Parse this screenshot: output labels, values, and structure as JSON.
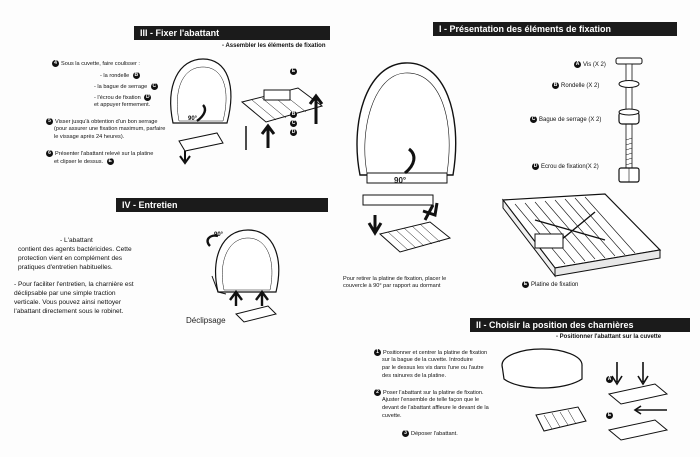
{
  "sections": {
    "s1": {
      "title": "I - Présentation des éléments de fixation"
    },
    "s2": {
      "title": "II - Choisir la position des charnières",
      "subtitle": "- Positionner l'abattant sur la cuvette"
    },
    "s3": {
      "title": "III - Fixer l'abattant",
      "subtitle": "- Assembler les éléments de fixation"
    },
    "s4": {
      "title": "IV - Entretien"
    }
  },
  "parts": {
    "a": {
      "letter": "A",
      "label": "Vis (X 2)"
    },
    "b": {
      "letter": "B",
      "label": "Rondelle (X 2)"
    },
    "c": {
      "letter": "C",
      "label": "Bague de serrage (X 2)"
    },
    "d": {
      "letter": "D",
      "label": "Ecrou de fixation(X 2)"
    },
    "e": {
      "letter": "E",
      "label": "Platine de fixation"
    }
  },
  "s2_steps": {
    "step1": {
      "num": "1",
      "lines": [
        "Positionner et centrer la platine de fixation",
        "sur la bague de la cuvette. Introduire",
        "par le dessus les vis  dans l'une ou l'autre",
        "des rainures de la platine."
      ]
    },
    "step2": {
      "num": "2",
      "lines": [
        "Poser l'abattant sur la platine de fixation.",
        "Ajuster l'ensemble de telle façon que le",
        "devant de l'abattant affleure le devant de la",
        "cuvette."
      ]
    },
    "step3": {
      "num": "3",
      "lines": [
        "Déposer l'abattant."
      ]
    }
  },
  "s3_text": {
    "intro": "Sous la cuvette, faire coulisser :",
    "list": [
      "- la rondelle",
      "- la bague de serrage",
      "- l'écrou de fixation",
      "et appuyer fermement."
    ],
    "step5": [
      "Visser jusqu'à obtention d'un bon serrage",
      "(pour assurer une fixation maximum, parfaire",
      "le vissage après 24 heures)."
    ],
    "step6": [
      "Présenter l'abattant relevé sur la platine",
      "et clipser le dessus."
    ]
  },
  "s1_caption": [
    "Pour retirer la platine de fixation, placer le",
    "couvercle à 90° par rapport au dormant"
  ],
  "angle": "90°",
  "angle_small": "90°",
  "entretien": {
    "p1": [
      "- L'abattant",
      "contient des agents bactéricides. Cette",
      "protection vient en complément des",
      "pratiques d'entretien habituelles."
    ],
    "p2": [
      "- Pour faciliter l'entretien, la charnière est",
      "déclipsable par une simple traction",
      "verticale. Vous pouvez ainsi nettoyer",
      "l'abattant directement sous le robinet."
    ],
    "declipsage": "Déclipsage"
  },
  "colors": {
    "bar": "#1b1b1b",
    "ink": "#111111",
    "paper": "#fdfdfd"
  }
}
